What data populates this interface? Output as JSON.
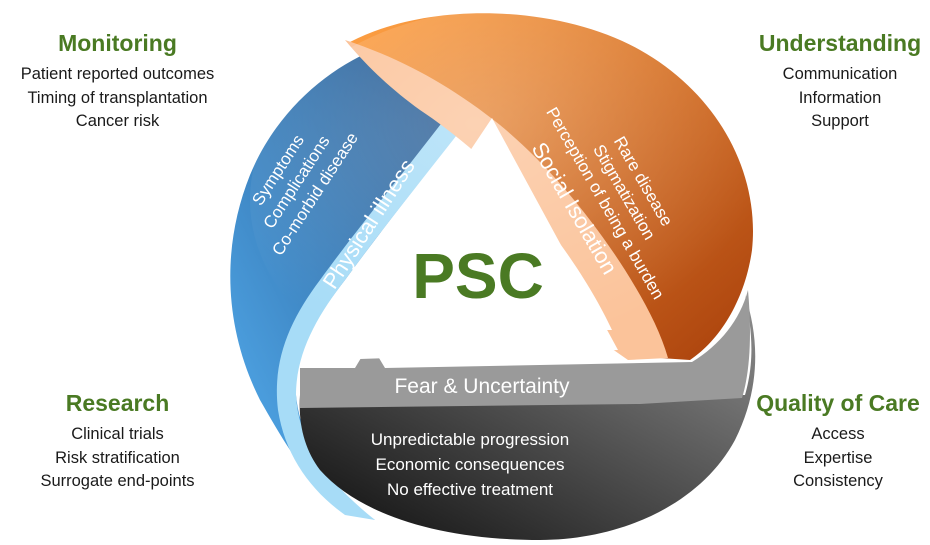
{
  "center_label": "PSC",
  "monitoring": {
    "title": "Monitoring",
    "items": [
      "Patient reported outcomes",
      "Timing of transplantation",
      "Cancer risk"
    ]
  },
  "understanding": {
    "title": "Understanding",
    "items": [
      "Communication",
      "Information",
      "Support"
    ]
  },
  "research": {
    "title": "Research",
    "items": [
      "Clinical trials",
      "Risk stratification",
      "Surrogate end-points"
    ]
  },
  "quality_of_care": {
    "title": "Quality of Care",
    "items": [
      "Access",
      "Expertise",
      "Consistency"
    ]
  },
  "physical_illness": {
    "label": "Physical illness",
    "items": [
      "Symptoms",
      "Complications",
      "Co-morbid disease"
    ]
  },
  "social_isolation": {
    "label": "Social Isolation",
    "items": [
      "Rare disease",
      "Stigmatization",
      "Perception of being a burden"
    ]
  },
  "fear_uncertainty": {
    "label": "Fear & Uncertainty",
    "items": [
      "Unpredictable progression",
      "Economic consequences",
      "No effective treatment"
    ]
  },
  "colors": {
    "heading_green": "#4a7a23",
    "psc_green": "#4a7a23",
    "blue_dark": "#1f4f86",
    "blue_light": "#4aa3ea",
    "orange_light": "#ff9a3c",
    "orange_dark": "#b8470f",
    "black_dark": "#0f0f0f",
    "gray_light": "#8a8a8a",
    "band_blue": "#a7dcf7",
    "band_peach": "#fbc39a",
    "band_gray": "#9a9a9a"
  }
}
